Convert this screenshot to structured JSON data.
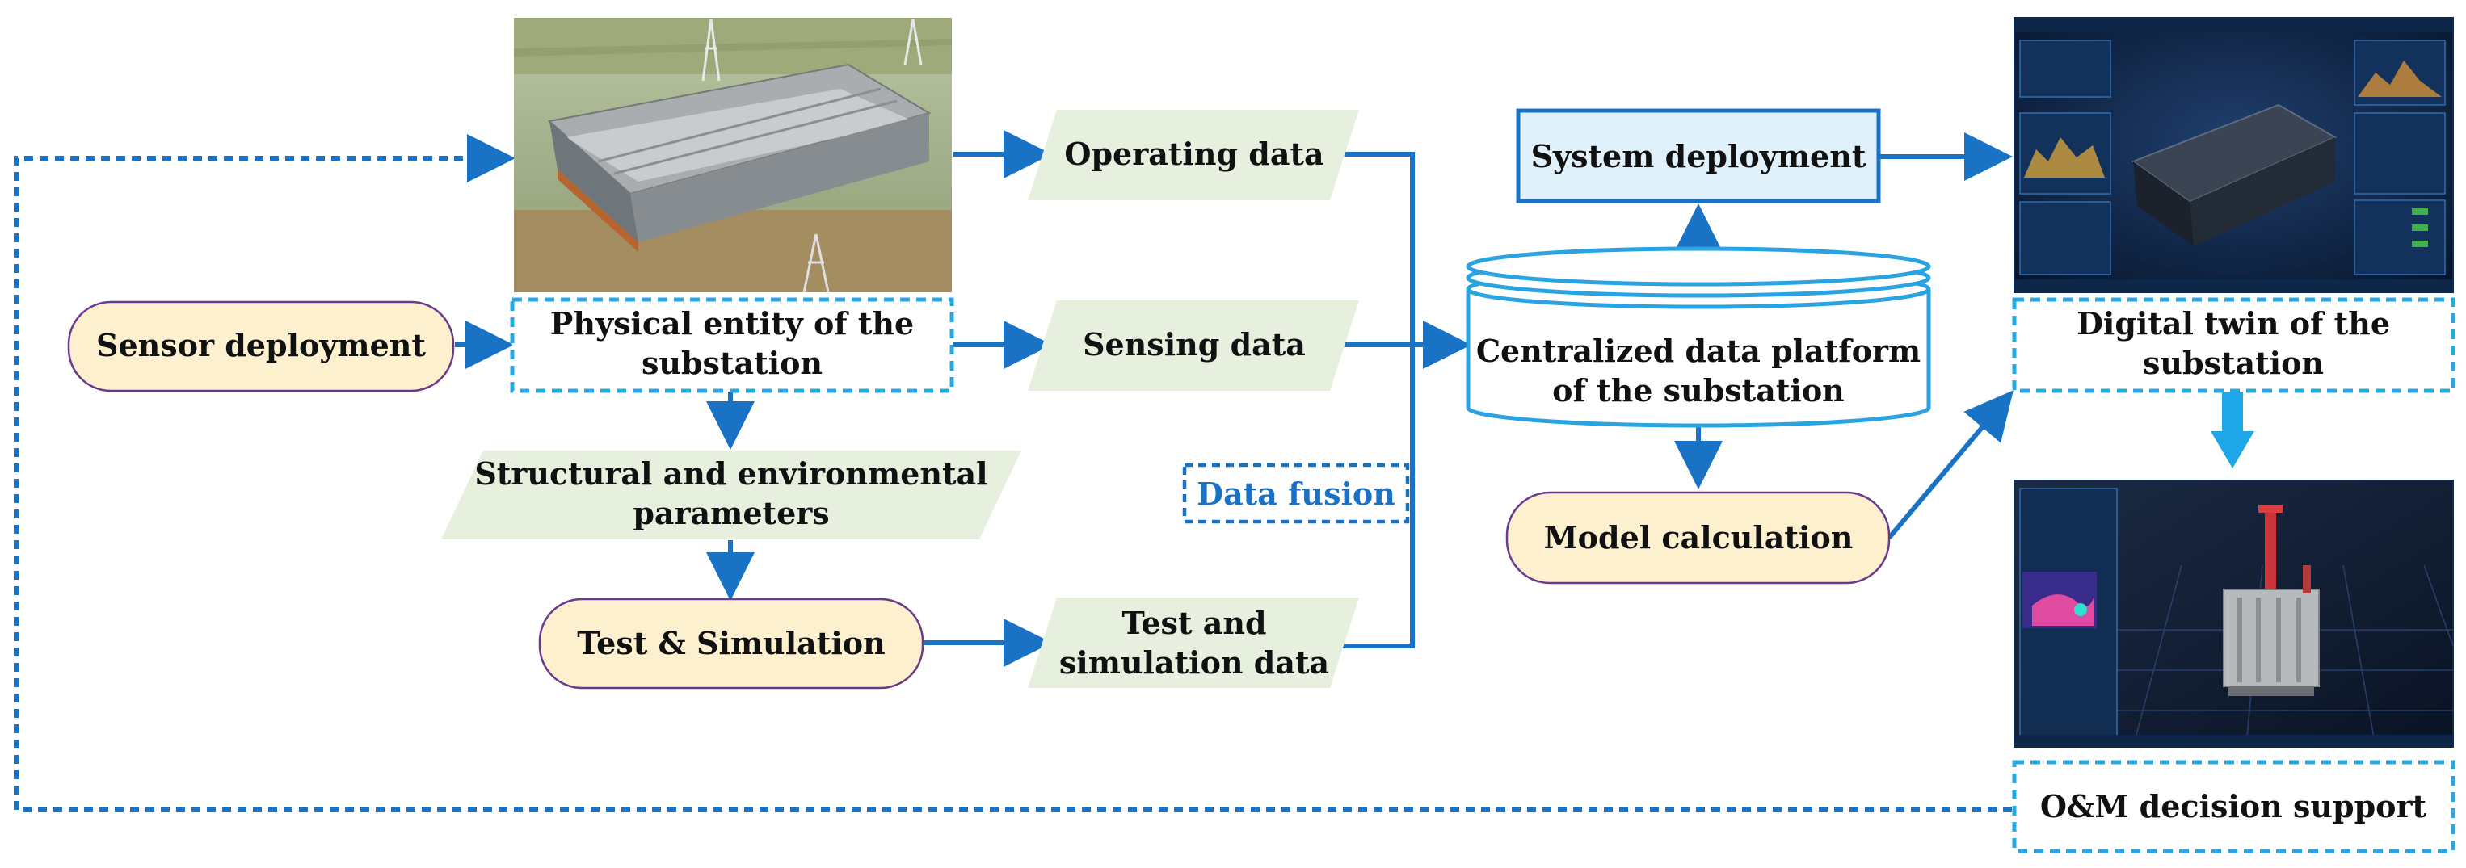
{
  "nodes": {
    "sensor_deployment": "Sensor deployment",
    "physical_entity": [
      "Physical entity of the",
      "substation"
    ],
    "structural_params": [
      "Structural and environmental",
      "parameters"
    ],
    "test_simulation": "Test & Simulation",
    "operating_data": "Operating data",
    "sensing_data": "Sensing data",
    "test_sim_data": [
      "Test and",
      "simulation data"
    ],
    "data_fusion": "Data fusion",
    "system_deployment": "System deployment",
    "data_platform": [
      "Centralized data platform",
      "of the substation"
    ],
    "model_calculation": "Model calculation",
    "digital_twin": [
      "Digital twin of the",
      "substation"
    ],
    "om_decision": "O&M decision support"
  },
  "images": {
    "substation_photo": "aerial-substation-photo",
    "digital_twin_screen": "digital-twin-dashboard-screenshot",
    "om_screen": "om-3d-transformer-screenshot"
  },
  "colors": {
    "arrow_blue": "#1a72c4",
    "dashed_cyan": "#29a8e0",
    "rounded_fill": "#fdf0cf",
    "rounded_border": "#6a3b8c",
    "parallelogram_fill": "#e7efdf",
    "system_box_fill": "#e0f1fb",
    "platform_blue": "#2aa3e3"
  }
}
